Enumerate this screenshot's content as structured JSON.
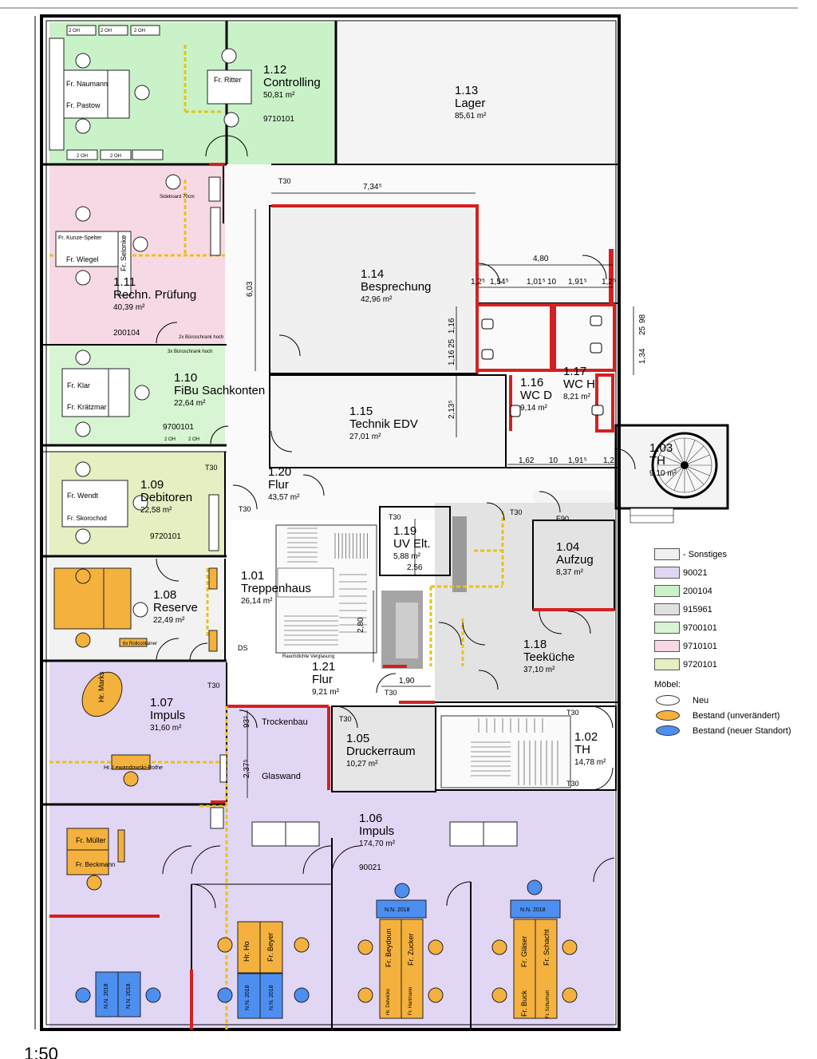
{
  "rooms": [
    {
      "id": "r112",
      "num": "1.12",
      "name": "Controlling",
      "area": "50,81 m²",
      "cc": "9710101",
      "color": "#c9f2c9"
    },
    {
      "id": "r113",
      "num": "1.13",
      "name": "Lager",
      "area": "85,61 m²",
      "color": "#f4f4f4"
    },
    {
      "id": "r114",
      "num": "1.14",
      "name": "Besprechung",
      "area": "42,96 m²",
      "color": "#e6e6e6"
    },
    {
      "id": "r111",
      "num": "1.11",
      "name": "Rechn. Prüfung",
      "area": "40,39 m²",
      "cc": "200104",
      "color": "#f7d9e6"
    },
    {
      "id": "r110",
      "num": "1.10",
      "name": "FiBu Sachkonten",
      "area": "22,64 m²",
      "cc": "9700101",
      "color": "#d7f5d2"
    },
    {
      "id": "r115",
      "num": "1.15",
      "name": "Technik EDV",
      "area": "27,01 m²",
      "color": "#f4f4f4"
    },
    {
      "id": "r116",
      "num": "1.16",
      "name": "WC D",
      "area": "9,14 m²",
      "color": "#ffffff"
    },
    {
      "id": "r117",
      "num": "1.17",
      "name": "WC H",
      "area": "8,21 m²",
      "color": "#ffffff"
    },
    {
      "id": "r103",
      "num": "1.03",
      "name": "TH",
      "area": "9,10 m²",
      "color": "#f4f4f4"
    },
    {
      "id": "r120",
      "num": "1.20",
      "name": "Flur",
      "area": "43,57 m²",
      "color": "#f6f6f6"
    },
    {
      "id": "r109",
      "num": "1.09",
      "name": "Debitoren",
      "area": "22,58 m²",
      "cc": "9720101",
      "color": "#e4efc2"
    },
    {
      "id": "r119",
      "num": "1.19",
      "name": "UV Elt.",
      "area": "5,88 m²",
      "color": "#f6f6f6"
    },
    {
      "id": "r104",
      "num": "1.04",
      "name": "Aufzug",
      "area": "8,37 m²",
      "color": "#f4f4f4"
    },
    {
      "id": "r101",
      "num": "1.01",
      "name": "Treppenhaus",
      "area": "26,14 m²",
      "color": "#f6f6f6"
    },
    {
      "id": "r108",
      "num": "1.08",
      "name": "Reserve",
      "area": "22,49 m²",
      "color": "#f2f2f2"
    },
    {
      "id": "r118",
      "num": "1.18",
      "name": "Teeküche",
      "area": "37,10 m²",
      "color": "#e3e3e3"
    },
    {
      "id": "r121",
      "num": "1.21",
      "name": "Flur",
      "area": "9,21 m²",
      "color": "#f6f6f6"
    },
    {
      "id": "r107",
      "num": "1.07",
      "name": "Impuls",
      "area": "31,60 m²",
      "color": "#e2d6f5"
    },
    {
      "id": "r105",
      "num": "1.05",
      "name": "Druckerraum",
      "area": "10,27 m²",
      "color": "#e6e6e6"
    },
    {
      "id": "r102",
      "num": "1.02",
      "name": "TH",
      "area": "14,78 m²",
      "color": "#f4f4f4"
    },
    {
      "id": "r106",
      "num": "1.06",
      "name": "Impuls",
      "area": "174,70 m²",
      "cc": "90021",
      "color": "#e2d6f5"
    }
  ],
  "people": [
    "Fr. Naumann",
    "Fr. Pastow",
    "Fr. Ritter",
    "Fr. Kunze-Spelter",
    "Fr. Wiegel",
    "Fr. Selonke",
    "Fr. Klar",
    "Fr. Krätzmar",
    "Fr. Wendt",
    "Fr. Skorochod",
    "Hr. Marks",
    "Hr. Lewandowski-Rothe",
    "Fr. Müller",
    "Fr. Beckmann",
    "Hr. Ho",
    "Fr. Beyer",
    "Fr. Beydoun",
    "Fr. Zucker",
    "Hr. Deiwicks",
    "Fr. Hartmann",
    "Fr. Gläser",
    "Fr. Schacht",
    "Fr. Buck",
    "Fr. Schulmeit",
    "N.N. 2018"
  ],
  "dimensions": [
    "7,34⁵",
    "4,80",
    "1,2⁵",
    "1,54⁵",
    "1,01⁵",
    "10",
    "1,91⁵",
    "1,2⁵",
    "6,03",
    "1,16",
    "1,16",
    "25",
    "2,13⁵",
    "1,62",
    "10",
    "1,91⁵",
    "1,2⁵",
    "1,34",
    "25",
    "98",
    "2,56",
    "2,80",
    "1,90",
    "93⁵",
    "2,37⁵"
  ],
  "doors": [
    "T30",
    "T30",
    "T30",
    "T30",
    "T30",
    "T30",
    "T30",
    "T30",
    "T30",
    "T30",
    "E90",
    "DS"
  ],
  "misc": {
    "trockenbau": "Trockenbau",
    "glaswand": "Glaswand",
    "rauch": "Rauchdichte Verglasung",
    "rollcontainer": "6x Rollcontainer",
    "buero": "2x Büroschrank hoch",
    "buero2": "3x Büroschrank hoch",
    "sideboard": "Sideboard 70cm",
    "oh": "2 OH"
  },
  "legend": {
    "items": [
      {
        "label": "- Sonstiges",
        "color": "#f0f0f0"
      },
      {
        "label": "90021",
        "color": "#e2d6f5"
      },
      {
        "label": "200104",
        "color": "#c9f2c9"
      },
      {
        "label": "915961",
        "color": "#e0e0e0"
      },
      {
        "label": "9700101",
        "color": "#d7f5d2"
      },
      {
        "label": "9710101",
        "color": "#f7d9e6"
      },
      {
        "label": "9720101",
        "color": "#e4efc2"
      }
    ],
    "furniture_title": "Möbel:",
    "furniture": [
      {
        "label": "Neu",
        "color": "#ffffff"
      },
      {
        "label": "Bestand (unverändert)",
        "color": "#f4b13d"
      },
      {
        "label": "Bestand (neuer Standort)",
        "color": "#4c8ff0"
      }
    ]
  },
  "scale_text": "1:50"
}
